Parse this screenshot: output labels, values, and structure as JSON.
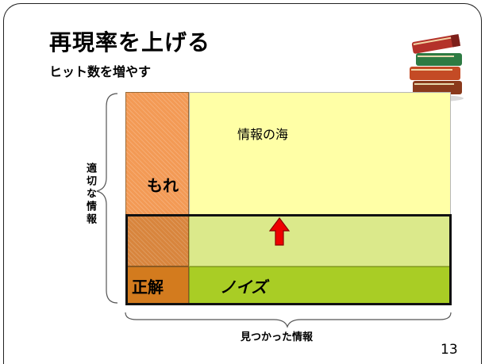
{
  "slide": {
    "title": "再現率を上げる",
    "subtitle": "ヒット数を増やす",
    "page_number": "13"
  },
  "diagram": {
    "sea_label": "情報の海",
    "miss_label": "もれ",
    "correct_label": "正解",
    "noise_label": "ノイズ",
    "relevant_info_label": "適切な情報",
    "found_info_label": "見つかった情報",
    "arrow_direction": "up"
  },
  "icons": {
    "books": "books-icon",
    "arrow": "arrow-up-icon"
  },
  "colors": {
    "sea": "#ffffa6",
    "miss": "#f39a55",
    "correct": "#d37b1e",
    "noise": "#a9cd25",
    "noise_extension": "#dbe98b",
    "arrow": "#ee0000"
  }
}
